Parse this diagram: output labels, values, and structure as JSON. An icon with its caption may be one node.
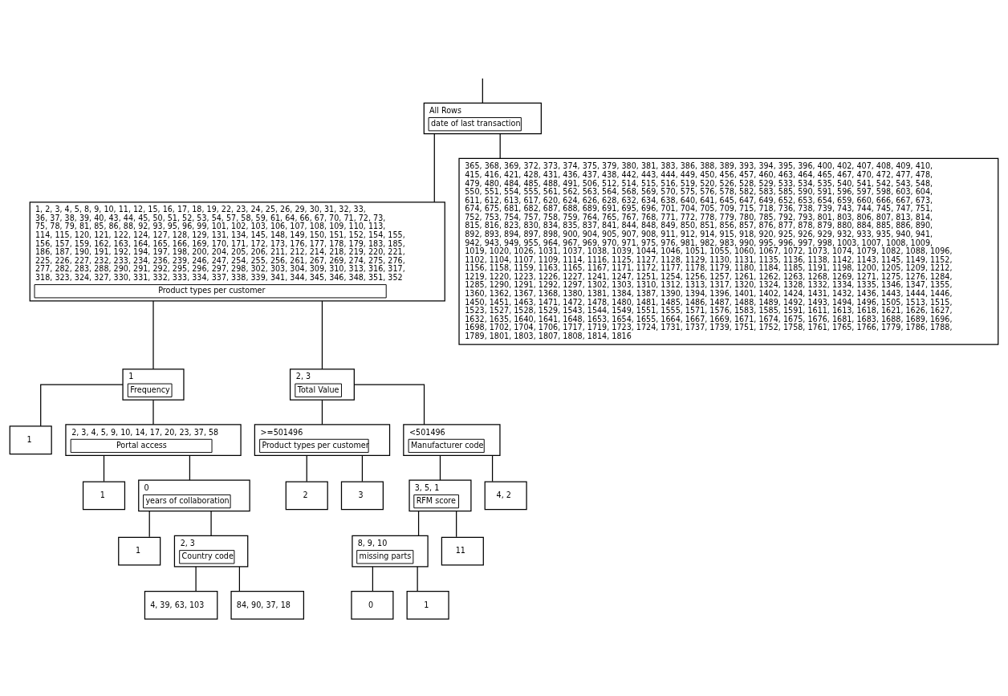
{
  "diagram": {
    "nodes": [
      {
        "text": [
          "All Rows",
          "date of last transaction"
        ]
      },
      {
        "text": [
          "1, 2, 3, 4, 5, 8, 9, 10, 11, 12, 15, 16, 17, 18, 19, 22, 23, 24, 25, 26, 29, 30, 31, 32, 33, 36, 37, 38, 39, 40, 43, 44, 45, 50, 51, 52, 53, 54, 57, 58, 59, 61, 64, 66, 67, 70, 71, 72, 73, 75, 78, 79, 81, 85, 86, 88, 92, 93, 95, 96, 99, 101, 102, 103, 106, 107, 108, 109, 110, 113, 114, 115, 120, 121, 122, 124, 127, 128, 129, 131, 134, 145, 148, 149, 150, 151, 152, 154, 155, 156, 157, 159, 162, 163, 164, 165, 166, 169, 170, 171, 172, 173, 176, 177, 178, 179, 183, 185, 186, 187, 190, 191, 192, 194, 197, 198, 200, 204, 205, 206, 211, 212, 214, 218, 219, 220, 221, 225, 226, 227, 232, 233, 234, 236, 239, 246, 247, 254, 255, 256, 261, 267, 269, 274, 275, 276, 277, 282, 283, 288, 290, 291, 292, 295, 296, 297, 298, 302, 303, 304, 309, 310, 313, 316, 317, 318, 323, 324, 327, 330, 331, 332, 333, 334, 337, 338, 339, 341, 344, 345, 346, 348, 351, 352",
          "Product types per customer"
        ]
      },
      {
        "text": [
          "365, 368, 369, 372, 373, 374, 375, 379, 380, 381, 383, 386, 388, 389, 393, 394, 395, 396, 400, 402, 407, 408, 409, 410, 415, 416, 421, 428, 431, 436, 437, 438, 442, 443, 444, 449, 450, 456, 457, 460, 463, 464, 465, 467, 470, 472, 477, 478, 479, 480, 484, 485, 488, 491, 506, 512, 514, 515, 516, 519, 520, 526, 528, 529, 533, 534, 535, 540, 541, 542, 543, 548, 550, 551, 554, 555, 561, 562, 563, 564, 568, 569, 570, 575, 576, 578, 582, 583, 585, 590, 591, 596, 597, 598, 603, 604, 611, 612, 613, 617, 620, 624, 626, 628, 632, 634, 638, 640, 641, 645, 647, 649, 652, 653, 654, 659, 660, 666, 667, 673, 674, 675, 681, 682, 687, 688, 689, 691, 695, 696, 701, 704, 705, 709, 715, 718, 736, 738, 739, 743, 744, 745, 747, 751, 752, 753, 754, 757, 758, 759, 764, 765, 767, 768, 771, 772, 778, 779, 780, 785, 792, 793, 801, 803, 806, 807, 813, 814, 815, 816, 823, 830, 834, 835, 837, 841, 844, 848, 849, 850, 851, 856, 857, 876, 877, 878, 879, 880, 884, 885, 886, 890, 892, 893, 894, 897, 898, 900, 904, 905, 907, 908, 911, 912, 914, 915, 918, 920, 925, 926, 929, 932, 933, 935, 940, 941, 942, 943, 949, 955, 964, 967, 969, 970, 971, 975, 976, 981, 982, 983, 990, 995, 996, 997, 998, 1003, 1007, 1008, 1009, 1019, 1020, 1026, 1031, 1037, 1038, 1039, 1044, 1046, 1051, 1055, 1060, 1067, 1072, 1073, 1074, 1079, 1082, 1088, 1096, 1102, 1104, 1107, 1109, 1114, 1116, 1125, 1127, 1128, 1129, 1130, 1131, 1135, 1136, 1138, 1142, 1143, 1145, 1149, 1152, 1156, 1158, 1159, 1163, 1165, 1167, 1171, 1172, 1177, 1178, 1179, 1180, 1184, 1185, 1191, 1198, 1200, 1205, 1209, 1212, 1219, 1220, 1223, 1226, 1227, 1241, 1247, 1251, 1254, 1256, 1257, 1261, 1262, 1263, 1268, 1269, 1271, 1275, 1276, 1284, 1285, 1290, 1291, 1292, 1297, 1302, 1303, 1310, 1312, 1313, 1317, 1320, 1324, 1328, 1332, 1334, 1335, 1346, 1347, 1355, 1360, 1362, 1367, 1368, 1380, 1381, 1384, 1387, 1390, 1394, 1396, 1401, 1402, 1424, 1431, 1432, 1436, 1443, 1444, 1446, 1450, 1451, 1463, 1471, 1472, 1478, 1480, 1481, 1485, 1486, 1487, 1488, 1489, 1492, 1493, 1494, 1496, 1505, 1513, 1515, 1523, 1527, 1528, 1529, 1543, 1544, 1549, 1551, 1555, 1571, 1576, 1583, 1585, 1591, 1611, 1613, 1618, 1621, 1626, 1627, 1632, 1635, 1640, 1641, 1648, 1653, 1654, 1655, 1664, 1667, 1669, 1671, 1674, 1675, 1676, 1681, 1683, 1688, 1689, 1696, 1698, 1702, 1704, 1706, 1717, 1719, 1723, 1724, 1731, 1737, 1739, 1751, 1752, 1758, 1761, 1765, 1766, 1779, 1786, 1788, 1789, 1801, 1803, 1807, 1808, 1814, 1816"
        ]
      },
      {
        "text": [
          "1",
          "Frequency"
        ]
      },
      {
        "text": [
          "2, 3",
          "Total Value"
        ]
      },
      {
        "text": [
          "1"
        ]
      },
      {
        "text": [
          "2, 3, 4, 5, 9, 10, 14, 17, 20, 23, 37, 58",
          "Portal access"
        ]
      },
      {
        "text": [
          ">=501496",
          "Product types per customer"
        ]
      },
      {
        "text": [
          "<501496",
          "Manufacturer code"
        ]
      },
      {
        "text": [
          "2"
        ]
      },
      {
        "text": [
          "3"
        ]
      },
      {
        "text": [
          "3, 5, 1",
          "RFM score"
        ]
      },
      {
        "text": [
          "4, 2"
        ]
      },
      {
        "text": [
          "1"
        ]
      },
      {
        "text": [
          "0",
          "years of collaboration"
        ]
      },
      {
        "text": [
          "8, 9, 10",
          "missing parts"
        ]
      },
      {
        "text": [
          "11"
        ]
      },
      {
        "text": [
          "1"
        ]
      },
      {
        "text": [
          "2, 3",
          "Country code"
        ]
      },
      {
        "text": [
          "0"
        ]
      },
      {
        "text": [
          "1"
        ]
      },
      {
        "text": [
          "4, 39, 63, 103"
        ]
      },
      {
        "text": [
          "84, 90, 37, 18"
        ]
      }
    ],
    "edges": [
      {
        "from": null,
        "to": 0,
        "arrow": "none"
      },
      {
        "from": 0,
        "to": 1,
        "arrow": "none"
      },
      {
        "from": 0,
        "to": 2,
        "arrow": "none"
      },
      {
        "from": 1,
        "to": 3,
        "arrow": "none"
      },
      {
        "from": 1,
        "to": 4,
        "arrow": "none"
      },
      {
        "from": 3,
        "to": 5,
        "arrow": "none"
      },
      {
        "from": 3,
        "to": 6,
        "arrow": "none"
      },
      {
        "from": 4,
        "to": 7,
        "arrow": "none"
      },
      {
        "from": 4,
        "to": 8,
        "arrow": "none"
      },
      {
        "from": 7,
        "to": 9,
        "arrow": "none"
      },
      {
        "from": 7,
        "to": 10,
        "arrow": "none"
      },
      {
        "from": 8,
        "to": 11,
        "arrow": "none"
      },
      {
        "from": 8,
        "to": 12,
        "arrow": "none"
      },
      {
        "from": 6,
        "to": 13,
        "arrow": "none"
      },
      {
        "from": 6,
        "to": 14,
        "arrow": "none"
      },
      {
        "from": 11,
        "to": 15,
        "arrow": "none"
      },
      {
        "from": 11,
        "to": 16,
        "arrow": "none"
      },
      {
        "from": 14,
        "to": 17,
        "arrow": "none"
      },
      {
        "from": 14,
        "to": 18,
        "arrow": "none"
      },
      {
        "from": 15,
        "to": 19,
        "arrow": "none"
      },
      {
        "from": 15,
        "to": 20,
        "arrow": "none"
      },
      {
        "from": 18,
        "to": 21,
        "arrow": "none"
      },
      {
        "from": 18,
        "to": 22,
        "arrow": "none"
      }
    ]
  }
}
